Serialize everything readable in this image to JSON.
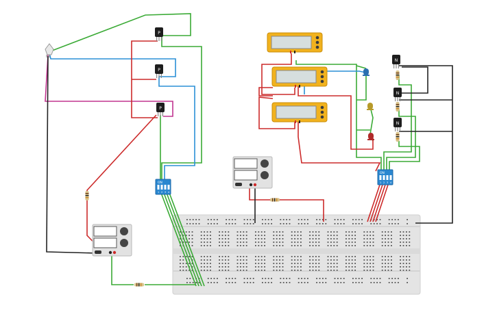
{
  "canvas": {
    "background": "#ffffff"
  },
  "colors": {
    "green": "#3aaa35",
    "red": "#cc2a2a",
    "blue": "#2a8fd6",
    "magenta": "#c0338f",
    "black": "#222222",
    "breadboard": "#e4e4e4",
    "multimeter": "#f1b21e",
    "dip_switch": "#2a87d0",
    "supply": "#e2e2e2"
  },
  "components": {
    "transistors_p": [
      {
        "label": "P"
      },
      {
        "label": "P"
      },
      {
        "label": "P"
      }
    ],
    "transistors_n": [
      {
        "label": "N"
      },
      {
        "label": "N"
      },
      {
        "label": "N"
      }
    ],
    "dip_switches": [
      {
        "label": "ON",
        "pins": [
          "1",
          "2",
          "3",
          "4"
        ]
      },
      {
        "label": "ON",
        "pins": [
          "1",
          "2",
          "3",
          "4"
        ]
      }
    ],
    "multimeters": [
      {},
      {},
      {}
    ],
    "power_supplies": [
      {},
      {}
    ],
    "leds": [
      {
        "color": "#2a6fb0"
      },
      {
        "color": "#b79a2a"
      },
      {
        "color": "#b02a2a"
      }
    ]
  }
}
